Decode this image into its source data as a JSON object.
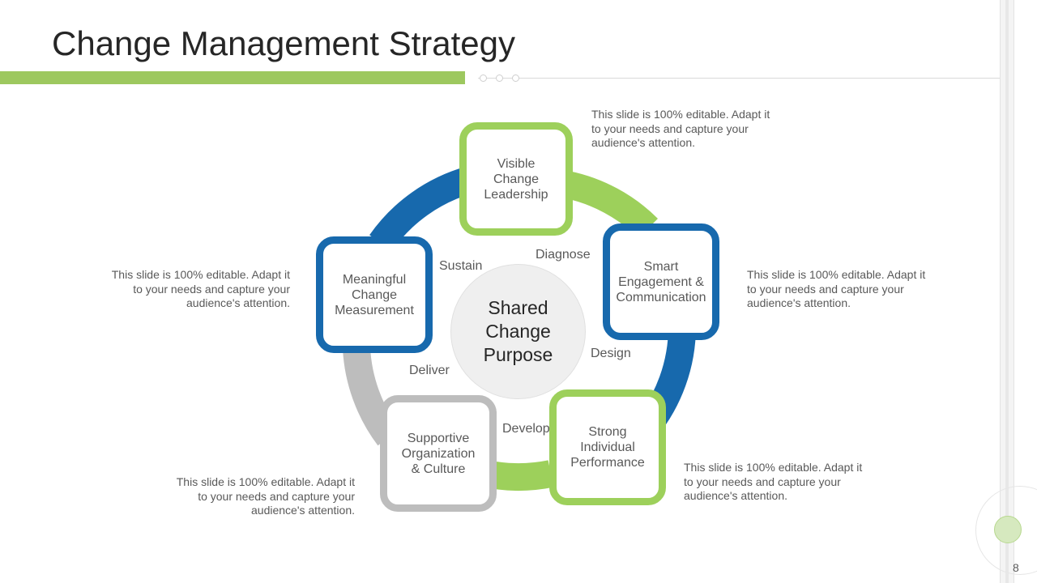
{
  "slide": {
    "title": "Change Management Strategy",
    "page_number": "8"
  },
  "diagram": {
    "center_label": "Shared\nChange\nPurpose",
    "nodes": [
      {
        "label": "Visible\nChange\nLeadership"
      },
      {
        "label": "Smart\nEngagement &\nCommunication"
      },
      {
        "label": "Strong\nIndividual\nPerformance"
      },
      {
        "label": "Supportive\nOrganization\n& Culture"
      },
      {
        "label": "Meaningful\nChange\nMeasurement"
      }
    ],
    "phases": {
      "diagnose": "Diagnose",
      "design": "Design",
      "develop": "Develop",
      "deliver": "Deliver",
      "sustain": "Sustain"
    },
    "notes": [
      "This slide is 100% editable. Adapt it to your needs and capture your audience's attention.",
      "This slide is 100% editable. Adapt it to your needs and capture your audience's attention.",
      "This slide is 100% editable. Adapt it to your needs and capture your audience's attention.",
      "This slide is 100% editable. Adapt it to your needs and capture your audience's attention.",
      "This slide is 100% editable. Adapt it to your needs and capture your audience's attention."
    ],
    "colors": {
      "green": "#9dd05b",
      "blue": "#1769ad",
      "gray": "#bdbdbd",
      "title_bar": "#9dc85f"
    }
  }
}
